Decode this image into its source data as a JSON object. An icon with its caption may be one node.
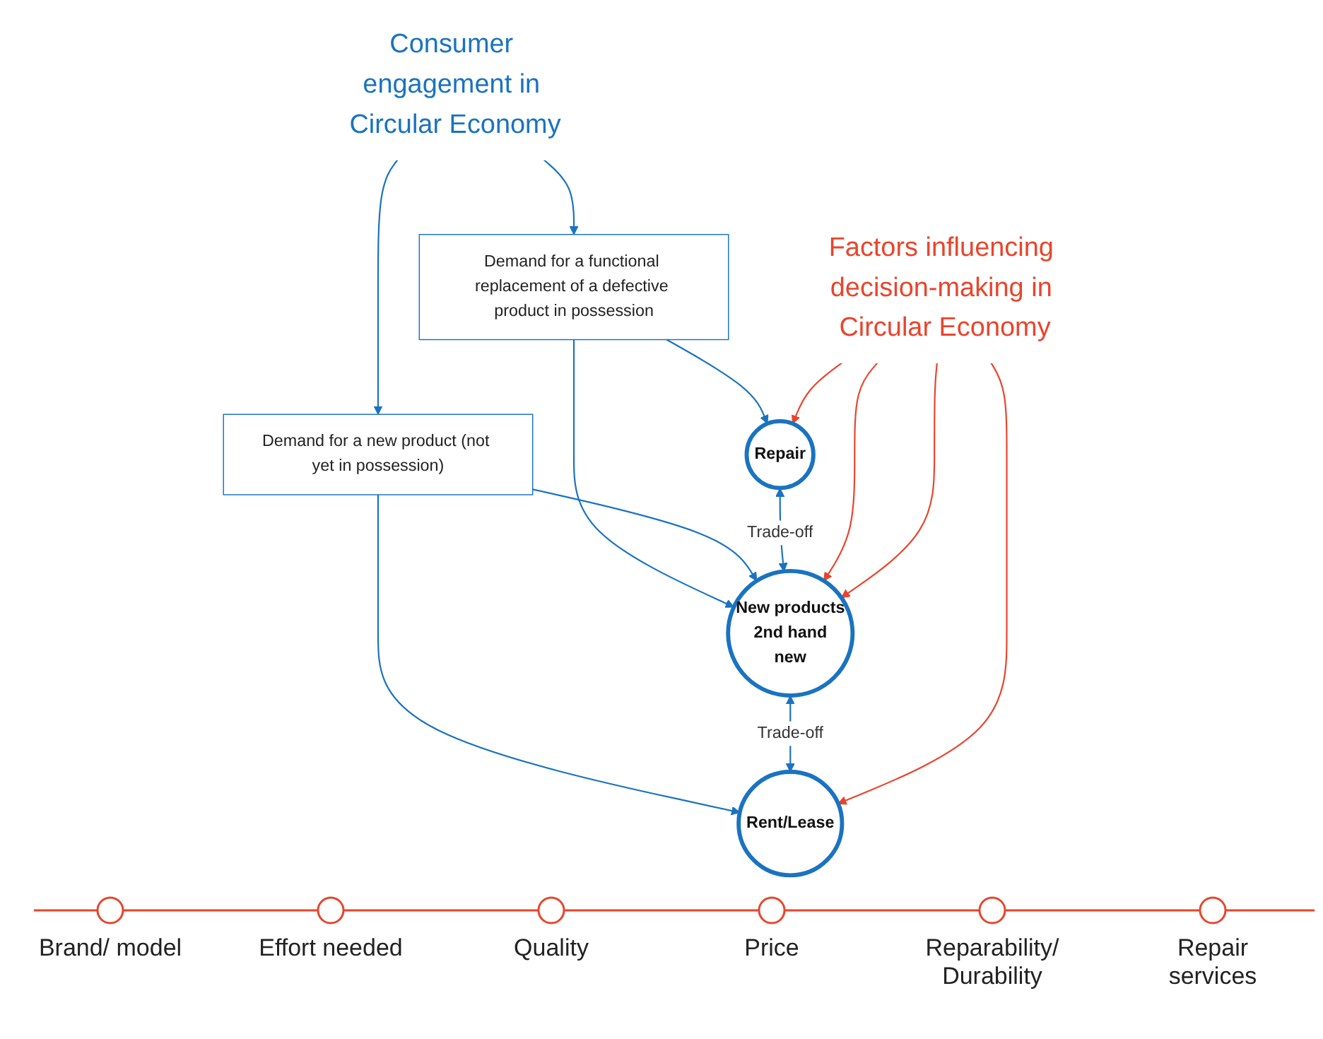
{
  "diagram": {
    "nodes": [
      {
        "text": [
          "Consumer engagement in Circular Economy"
        ]
      },
      {
        "text": [
          "Demand for a functional replacement of a defective product in possession"
        ]
      },
      {
        "text": [
          "Demand for a new product (not yet in possession)"
        ]
      },
      {
        "text": [
          "Repair"
        ]
      },
      {
        "text": [
          "New products",
          "2nd hand",
          "new"
        ]
      },
      {
        "text": [
          "Rent/Lease"
        ]
      },
      {
        "text": [
          "Factors influencing decision-making in Circular Economy"
        ]
      }
    ],
    "edges": [
      {
        "from": 0,
        "to": 1,
        "arrow": "to"
      },
      {
        "from": 0,
        "to": 2,
        "arrow": "to"
      },
      {
        "from": 1,
        "to": 3,
        "arrow": "to"
      },
      {
        "from": 1,
        "to": 4,
        "arrow": "to"
      },
      {
        "from": 2,
        "to": 4,
        "arrow": "to"
      },
      {
        "from": 2,
        "to": 5,
        "arrow": "to"
      },
      {
        "from": 3,
        "to": 4,
        "label": "Trade-off",
        "arrow": "both"
      },
      {
        "from": 4,
        "to": 5,
        "label": "Trade-off",
        "arrow": "both"
      },
      {
        "from": 6,
        "to": 3,
        "arrow": "to",
        "color": "#e8452c"
      },
      {
        "from": 6,
        "to": 4,
        "arrow": "to",
        "color": "#e8452c"
      },
      {
        "from": 6,
        "to": 4,
        "arrow": "to",
        "color": "#e8452c"
      },
      {
        "from": 6,
        "to": 5,
        "arrow": "to",
        "color": "#e8452c"
      }
    ],
    "labels": [
      "Brand/ model",
      "Effort needed",
      "Quality",
      "Price",
      "Reparability/ Durability",
      "Repair services"
    ]
  }
}
